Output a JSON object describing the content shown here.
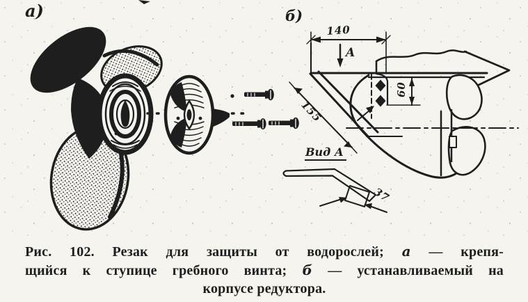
{
  "colors": {
    "paper": "#f5f4ef",
    "ink": "#1e1e1e"
  },
  "figure": {
    "part_a_label": "а)",
    "part_b_label": "б)",
    "dim_width": "140",
    "dim_height": "60",
    "dim_blade_length": "155",
    "dim_tip_width": "37",
    "view_arrow_label": "A",
    "view_label": "Вид А"
  },
  "caption": {
    "line1_pre": "Рис. 102. Резак для защиты от водорослей; ",
    "line1_italic": "а",
    "line1_post": " — крепя-",
    "line2_pre": "щийся к ступице гребного винта; ",
    "line2_italic": "б",
    "line2_post": " — устанавливаемый на",
    "line3": "корпусе редуктора."
  }
}
